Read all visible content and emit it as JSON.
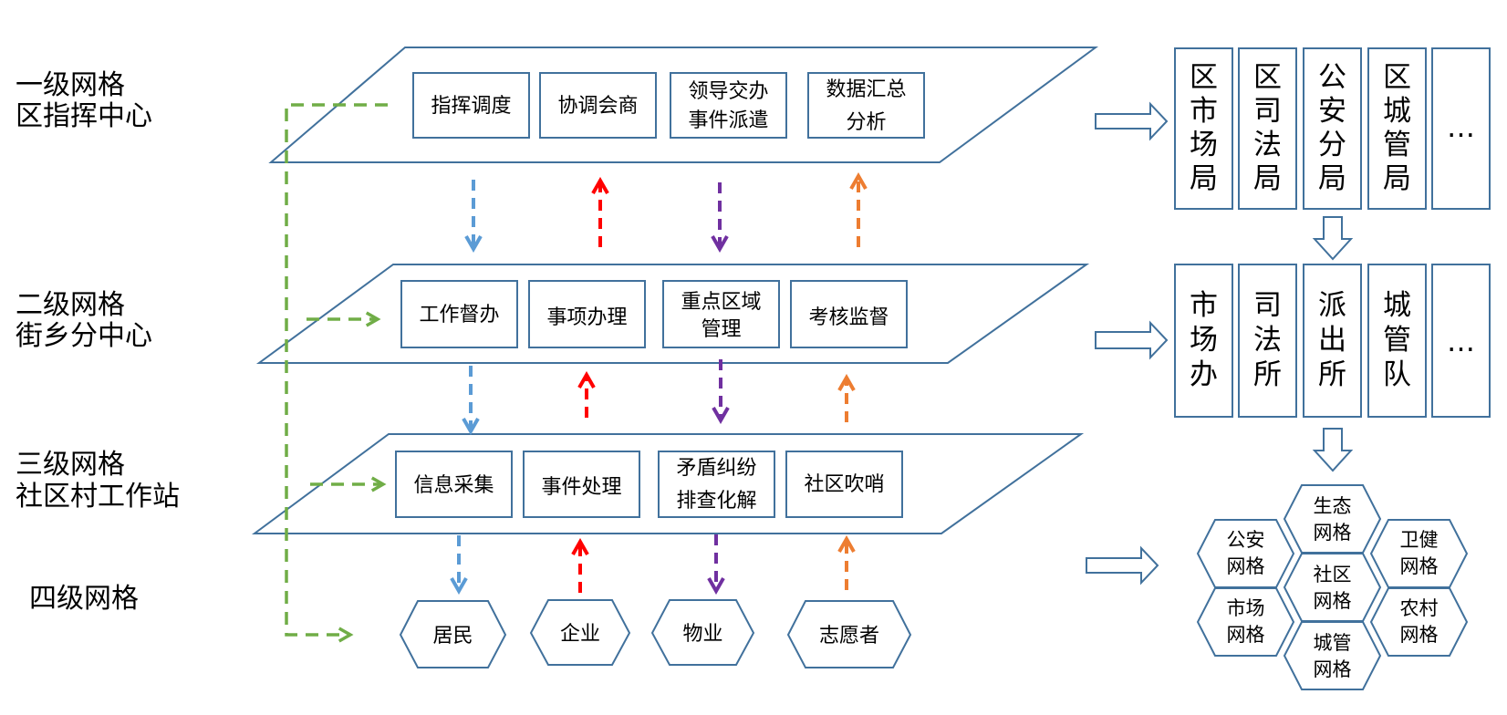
{
  "colors": {
    "outline": "#41719c",
    "blue": "#5b9bd5",
    "red": "#ff0000",
    "purple": "#7030a0",
    "orange": "#ed7d31",
    "green": "#70ad47"
  },
  "levels": [
    {
      "line1": "一级网格",
      "line2": "区指挥中心"
    },
    {
      "line1": "二级网格",
      "line2": "街乡分中心"
    },
    {
      "line1": "三级网格",
      "line2": "社区村工作站"
    },
    {
      "line1": "四级网格",
      "line2": ""
    }
  ],
  "layer1_boxes": [
    {
      "line1": "指挥调度",
      "line2": ""
    },
    {
      "line1": "协调会商",
      "line2": ""
    },
    {
      "line1": "领导交办",
      "line2": "事件派遣"
    },
    {
      "line1": "数据汇总",
      "line2": "分析"
    }
  ],
  "layer2_boxes": [
    {
      "line1": "工作督办",
      "line2": ""
    },
    {
      "line1": "事项办理",
      "line2": ""
    },
    {
      "line1": "重点区域",
      "line2": "管理"
    },
    {
      "line1": "考核监督",
      "line2": ""
    }
  ],
  "layer3_boxes": [
    {
      "line1": "信息采集",
      "line2": ""
    },
    {
      "line1": "事件处理",
      "line2": ""
    },
    {
      "line1": "矛盾纠纷",
      "line2": "排查化解"
    },
    {
      "line1": "社区吹哨",
      "line2": ""
    }
  ],
  "level4_entities": [
    "居民",
    "企业",
    "物业",
    "志愿者"
  ],
  "district_departments": [
    [
      "区",
      "市",
      "场",
      "局"
    ],
    [
      "区",
      "司",
      "法",
      "局"
    ],
    [
      "公",
      "安",
      "分",
      "局"
    ],
    [
      "区",
      "城",
      "管",
      "局"
    ],
    [
      "…"
    ]
  ],
  "street_departments": [
    [
      "市",
      "场",
      "办"
    ],
    [
      "司",
      "法",
      "所"
    ],
    [
      "派",
      "出",
      "所"
    ],
    [
      "城",
      "管",
      "队"
    ],
    [
      "…"
    ]
  ],
  "grid_hexes": [
    {
      "line1": "生态",
      "line2": "网格"
    },
    {
      "line1": "公安",
      "line2": "网格"
    },
    {
      "line1": "卫健",
      "line2": "网格"
    },
    {
      "line1": "社区",
      "line2": "网格"
    },
    {
      "line1": "市场",
      "line2": "网格"
    },
    {
      "line1": "农村",
      "line2": "网格"
    },
    {
      "line1": "城管",
      "line2": "网格"
    }
  ]
}
